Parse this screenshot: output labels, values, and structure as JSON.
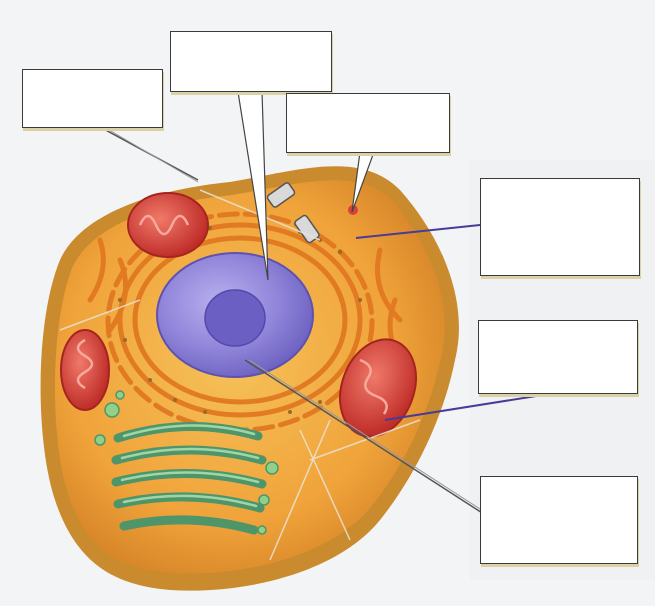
{
  "labels": [
    {
      "id": "top-left",
      "text": ""
    },
    {
      "id": "top-center",
      "text": ""
    },
    {
      "id": "upper-middle",
      "text": ""
    },
    {
      "id": "right-1",
      "text": ""
    },
    {
      "id": "right-2",
      "text": ""
    },
    {
      "id": "right-3",
      "text": ""
    }
  ],
  "colors": {
    "cytoplasm": "#f0a33a",
    "membrane": "#c98b2e",
    "nucleus": "#8e83d8",
    "nucleolus": "#6b5fc4",
    "mitochondria": "#d8403a",
    "golgi": "#5fa87a",
    "endoplasmic_reticulum": "#e8892a",
    "vesicles": "#8fd08a",
    "leader_line": "#4a3a9a"
  }
}
